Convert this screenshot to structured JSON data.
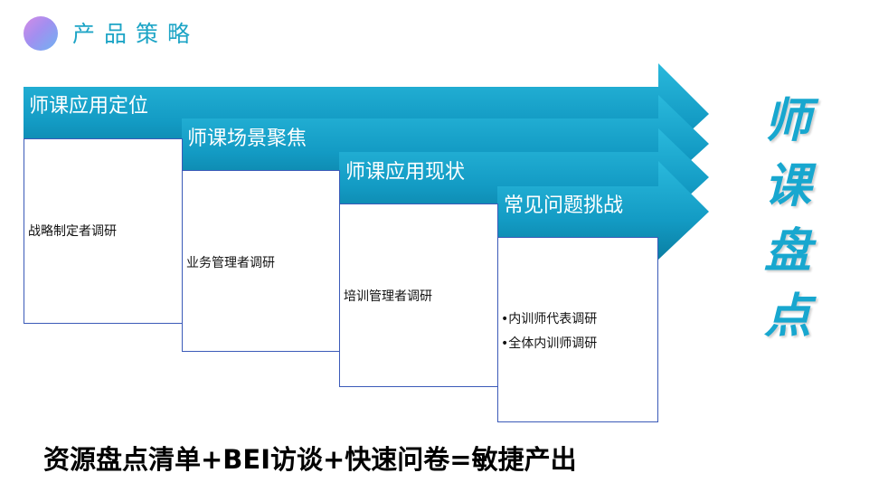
{
  "header": {
    "title": "产品策略"
  },
  "stages": [
    {
      "label": "师课应用定位",
      "items": [
        "战略制定者调研"
      ]
    },
    {
      "label": "师课场景聚焦",
      "items": [
        "业务管理者调研"
      ]
    },
    {
      "label": "师课应用现状",
      "items": [
        "培训管理者调研"
      ]
    },
    {
      "label": "常见问题挑战",
      "items": [
        "•内训师代表调研",
        "•全体内训师调研"
      ]
    }
  ],
  "side_title": [
    "师",
    "课",
    "盘",
    "点"
  ],
  "footer": {
    "text": "资源盘点清单+BEI访谈+快速问卷=敏捷产出"
  },
  "colors": {
    "band_light": "#1fb3d6",
    "band_dark": "#0a7ea2",
    "accent_text": "#18a7cf",
    "box_border": "#3b5ab8"
  }
}
